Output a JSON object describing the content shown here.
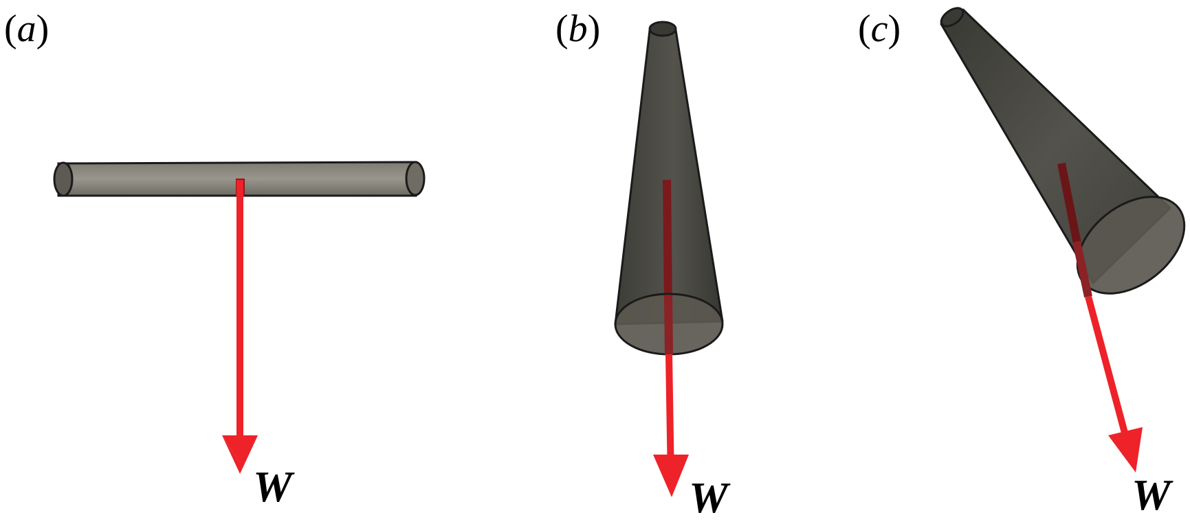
{
  "panels": [
    {
      "id": "a",
      "label_prefix": "(",
      "label_letter": "a",
      "label_suffix": ")",
      "force_label": "W",
      "orientation": "horizontal"
    },
    {
      "id": "b",
      "label_prefix": "(",
      "label_letter": "b",
      "label_suffix": ")",
      "force_label": "W",
      "orientation": "vertical"
    },
    {
      "id": "c",
      "label_prefix": "(",
      "label_letter": "c",
      "label_suffix": ")",
      "force_label": "W",
      "orientation": "tilted"
    }
  ],
  "colors": {
    "body_fill": "#2b2b26",
    "body_stroke": "#1a1a1a",
    "base_fill": "#55544c",
    "weight_arrow": "#ee2229",
    "background": "#ffffff"
  }
}
